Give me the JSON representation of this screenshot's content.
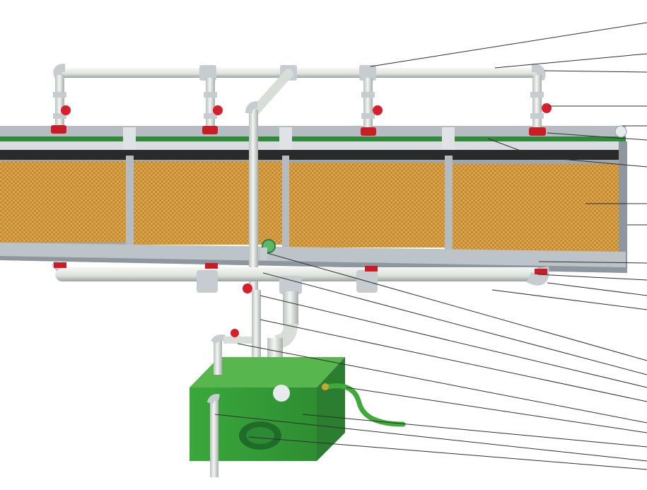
{
  "diagram": {
    "kind": "evaporative cooling pad water circulation system",
    "labels": [],
    "leader_count": 21,
    "colors": {
      "background": "#ffffff",
      "pipe": "#e6e9e4",
      "pipe_shadow": "#9aa3a0",
      "fitting": "#c6ccd0",
      "valve": "#d81e2a",
      "frame": "#a9b0b6",
      "pad": "#d49a3e",
      "pad_dark": "#a96f1f",
      "tank": "#3da23f",
      "tank_dark": "#2b7d2f",
      "hose": "#3faa3a",
      "leader_line": "#2f2f2f"
    },
    "icons": [
      "ball-valve",
      "float-valve",
      "submersible-pump",
      "inlet-hose"
    ]
  }
}
